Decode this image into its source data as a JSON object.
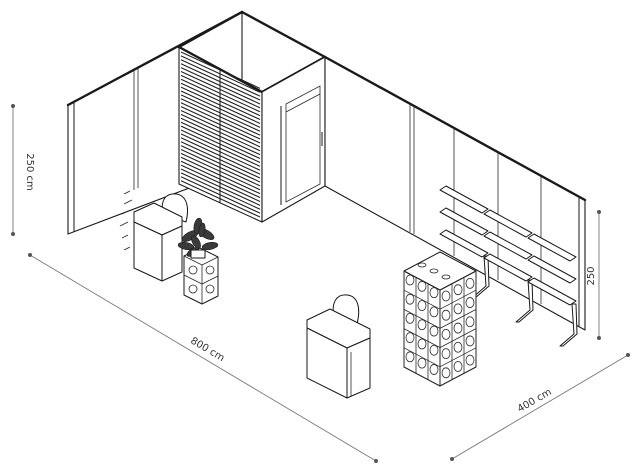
{
  "dimensions": {
    "width_label": "800 cm",
    "depth_label": "400 cm",
    "height_left_label": "250 cm",
    "height_right_label": "250"
  },
  "colors": {
    "line": "#1a1a1a",
    "dimension": "#777777",
    "background": "#ffffff"
  }
}
